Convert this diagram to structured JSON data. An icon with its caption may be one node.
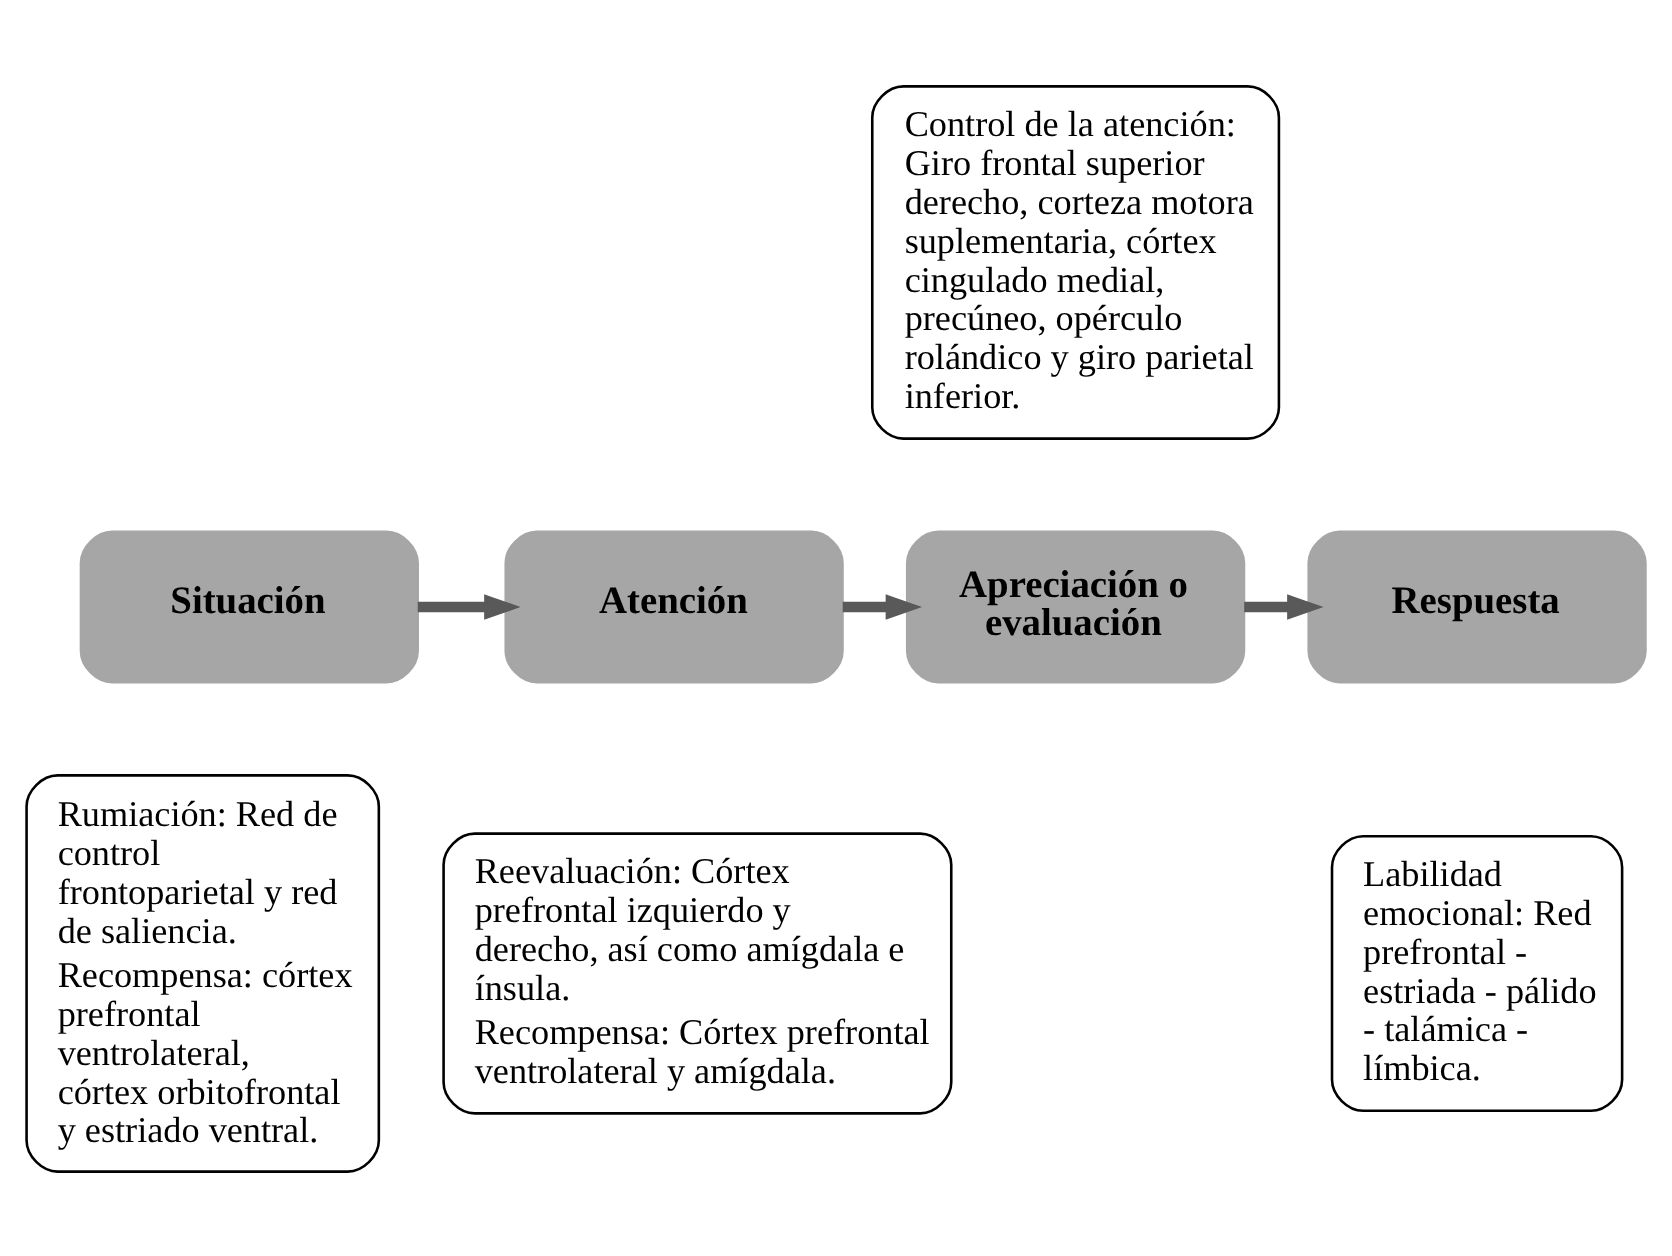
{
  "diagram": {
    "nodes": [
      {
        "text": [
          "Situación"
        ]
      },
      {
        "text": [
          "Atención"
        ]
      },
      {
        "text": [
          "Apreciación o evaluación"
        ]
      },
      {
        "text": [
          "Respuesta"
        ]
      },
      {
        "text": [
          "Control de la atención: Giro frontal superior derecho, corteza motora suplementaria, córtex cingulado medial, precúneo, opérculo rolándico y giro parietal inferior."
        ]
      },
      {
        "text": [
          "Rumiación: Red de control frontoparietal y red de saliencia.",
          "Recompensa: córtex prefrontal ventrolateral, córtex orbitofrontal y estriado ventral."
        ]
      },
      {
        "text": [
          "Reevaluación: Córtex prefrontal izquierdo y derecho, así como amígdala e ínsula.",
          "Recompensa: Córtex prefrontal ventrolateral y amígdala."
        ]
      },
      {
        "text": [
          "Labilidad emocional: Red prefrontal - estriada - pálido - talámica - límbica."
        ]
      }
    ],
    "edges": [
      {
        "from": 0,
        "to": 1,
        "arrow": "to"
      },
      {
        "from": 1,
        "to": 2,
        "arrow": "to"
      },
      {
        "from": 2,
        "to": 3,
        "arrow": "to"
      }
    ]
  }
}
